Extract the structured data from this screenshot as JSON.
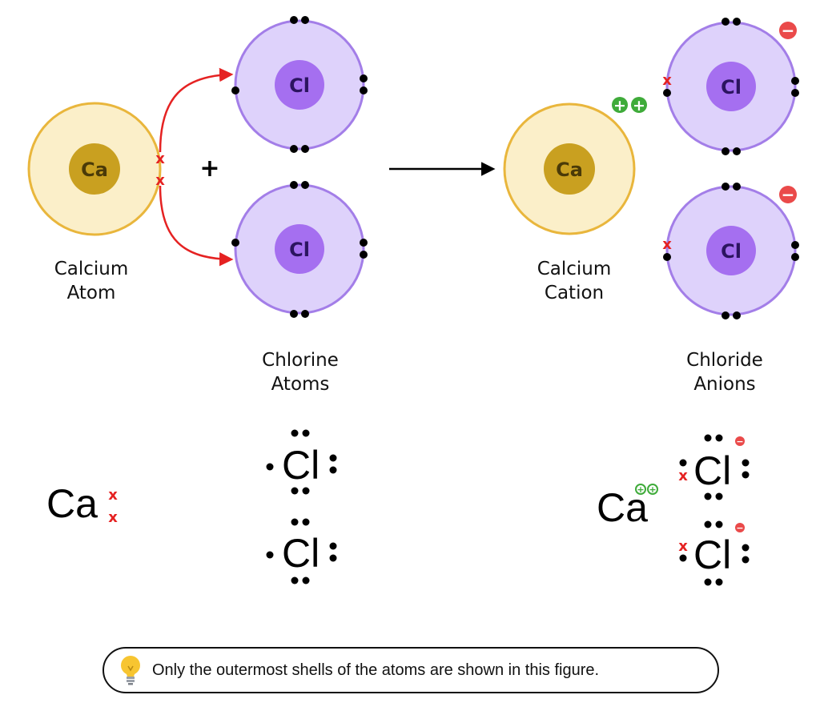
{
  "colors": {
    "calcium_shell": "#fbefc9",
    "calcium_shell_border": "#e9b63c",
    "calcium_core": "#c9a020",
    "chlorine_shell": "#ded2fb",
    "chlorine_shell_border": "#a37ee8",
    "chlorine_core": "#a56ff0",
    "electron": "#000000",
    "transferred_electron": "#e52222",
    "arrow": "#e52222",
    "positive_charge": "#3fab3a",
    "negative_charge": "#ea4a4a"
  },
  "atoms": {
    "calcium_symbol": "Ca",
    "chlorine_symbol": "Cl",
    "electron_mark": "x",
    "plus_sign": "+",
    "positive_sign": "+",
    "negative_sign": "−"
  },
  "labels": {
    "calcium_atom": [
      "Calcium",
      "Atom"
    ],
    "chlorine_atoms": [
      "Chlorine",
      "Atoms"
    ],
    "calcium_cation": [
      "Calcium",
      "Cation"
    ],
    "chloride_anions": [
      "Chloride",
      "Anions"
    ]
  },
  "note": {
    "icon": "lightbulb-icon",
    "text": "Only the outermost shells of the atoms are shown in this figure."
  }
}
